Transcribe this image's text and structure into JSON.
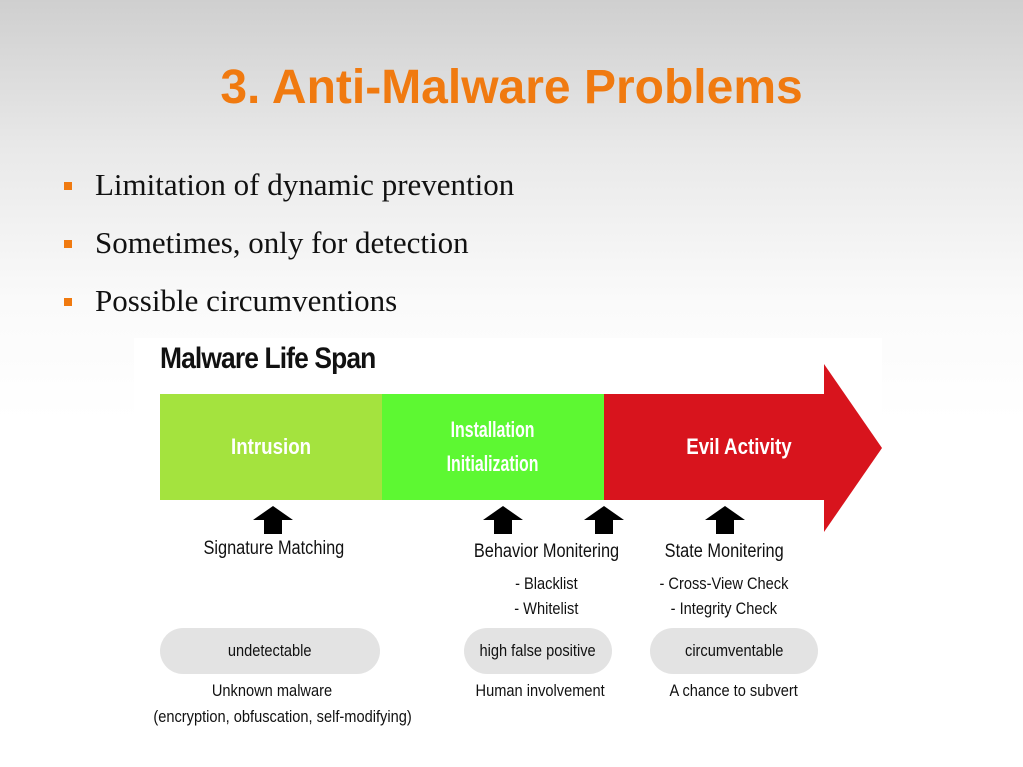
{
  "slide": {
    "title": "3. Anti-Malware Problems",
    "bullets": [
      "Limitation of dynamic prevention",
      "Sometimes, only for detection",
      "Possible circumventions"
    ]
  },
  "figure": {
    "heading": "Malware Life Span",
    "stages": [
      {
        "line1": "Intrusion",
        "line2": "",
        "color": "#a4e33e"
      },
      {
        "line1": "Installation",
        "line2": "Initialization",
        "color": "#5df832"
      },
      {
        "line1": "Evil Activity",
        "line2": "",
        "color": "#d8141d"
      }
    ],
    "methods": [
      {
        "title": "Signature Matching",
        "items": [],
        "status": "undetectable",
        "note_line1": "Unknown malware",
        "note_line2": "(encryption, obfuscation, self-modifying)"
      },
      {
        "title": "Behavior Monitering",
        "items": [
          "- Blacklist",
          "- Whitelist"
        ],
        "status": "high false positive",
        "note_line1": "Human involvement",
        "note_line2": ""
      },
      {
        "title": "State Monitering",
        "items": [
          "- Cross-View Check",
          "- Integrity Check"
        ],
        "status": "circumventable",
        "note_line1": "A chance to subvert",
        "note_line2": ""
      }
    ],
    "icons": {
      "pointer": "up-arrow-icon",
      "bullet": "square-bullet-icon"
    },
    "colors": {
      "title": "#f07a10",
      "bullet": "#f07a10",
      "pill": "#e3e3e3"
    }
  }
}
